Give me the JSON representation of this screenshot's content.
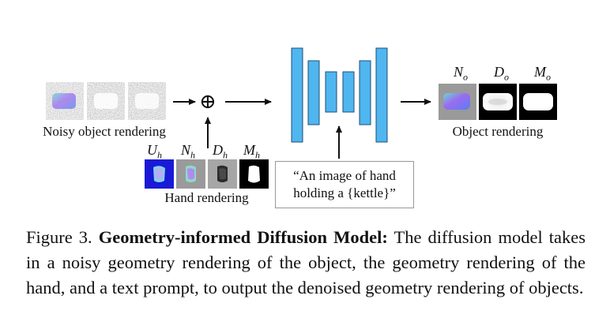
{
  "diagram": {
    "noisy_label": "Noisy object rendering",
    "hand_label": "Hand rendering",
    "object_label": "Object rendering",
    "plus_symbol": "⊕",
    "prompt_line1": "“An image of hand",
    "prompt_line2": "holding a {kettle}”",
    "hand_maps": [
      {
        "symbol": "U",
        "sub": "h"
      },
      {
        "symbol": "N",
        "sub": "h"
      },
      {
        "symbol": "D",
        "sub": "h"
      },
      {
        "symbol": "M",
        "sub": "h"
      }
    ],
    "object_maps": [
      {
        "symbol": "N",
        "sub": "o"
      },
      {
        "symbol": "D",
        "sub": "o"
      },
      {
        "symbol": "M",
        "sub": "o"
      }
    ],
    "colors": {
      "unet_bar": "#4fb6ef",
      "unet_stroke": "#1f4f7a",
      "uv_blue": "#1a1ad6",
      "arrow": "#111111"
    }
  },
  "caption": {
    "prefix": "Figure 3.",
    "title": "Geometry-informed Diffusion Model:",
    "body": "The diffusion model takes in a noisy geometry rendering of the object, the geometry rendering of the hand, and a text prompt, to output the denoised geometry rendering of objects."
  }
}
